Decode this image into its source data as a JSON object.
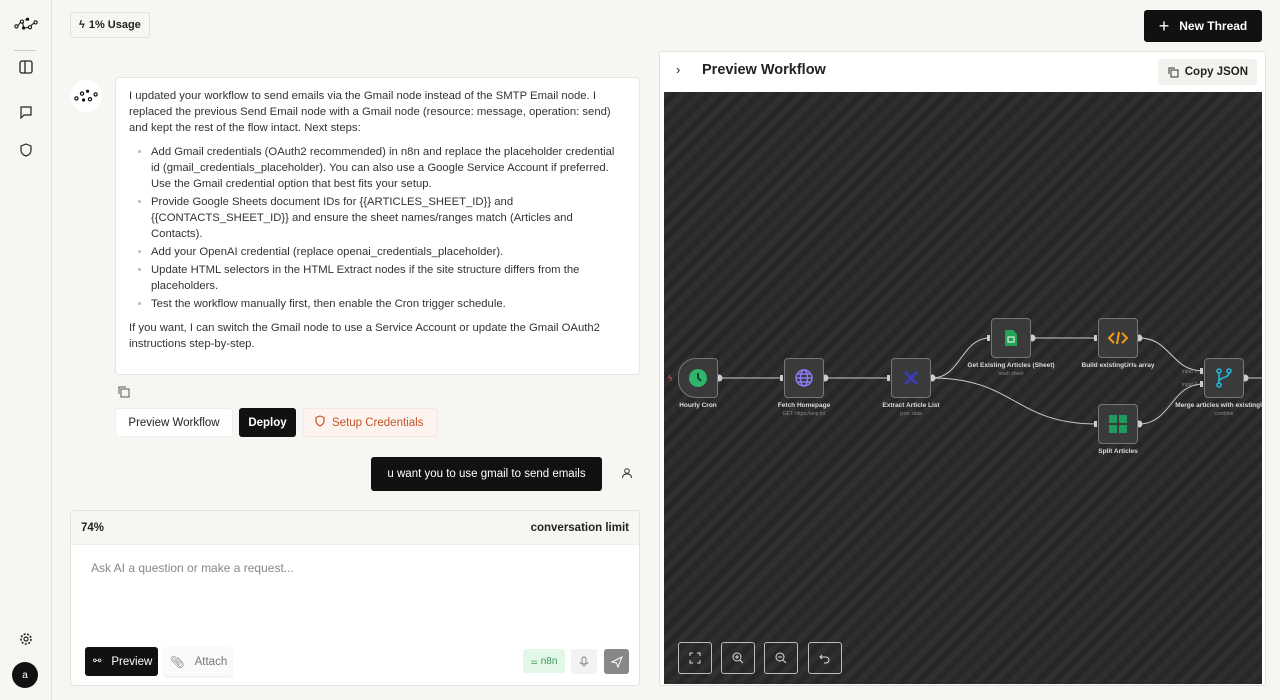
{
  "header": {
    "usage": "1% Usage",
    "new_thread": "New Thread"
  },
  "assistant_message": {
    "intro": "I updated your workflow to send emails via the Gmail node instead of the SMTP Email node. I replaced the previous Send Email node with a Gmail node (resource: message, operation: send) and kept the rest of the flow intact. Next steps:",
    "steps": [
      "Add Gmail credentials (OAuth2 recommended) in n8n and replace the placeholder credential id (gmail_credentials_placeholder). You can also use a Google Service Account if preferred. Use the Gmail credential option that best fits your setup.",
      "Provide Google Sheets document IDs for {{ARTICLES_SHEET_ID}} and {{CONTACTS_SHEET_ID}} and ensure the sheet names/ranges match (Articles and Contacts).",
      "Add your OpenAI credential (replace openai_credentials_placeholder).",
      "Update HTML selectors in the HTML Extract nodes if the site structure differs from the placeholders.",
      "Test the workflow manually first, then enable the Cron trigger schedule."
    ],
    "outro": "If you want, I can switch the Gmail node to use a Service Account or update the Gmail OAuth2 instructions step-by-step."
  },
  "actions": {
    "preview": "Preview Workflow",
    "deploy": "Deploy",
    "credentials": "Setup Credentials"
  },
  "user_message": "u want you to use gmail to send emails",
  "composer": {
    "percent": "74%",
    "limit": "conversation limit",
    "placeholder": "Ask AI a question or make a request...",
    "preview": "Preview",
    "attach": "Attach",
    "platform": "n8n"
  },
  "preview_pane": {
    "title": "Preview Workflow",
    "copy_json": "Copy JSON"
  },
  "nodes": [
    {
      "id": "cron",
      "label": "Hourly Cron",
      "sub": ""
    },
    {
      "id": "fetch",
      "label": "Fetch Homepage",
      "sub": "GET: https://anp.tn/"
    },
    {
      "id": "extract",
      "label": "Extract Article List",
      "sub": "json: data"
    },
    {
      "id": "sheet",
      "label": "Get Existing Articles (Sheet)",
      "sub": "read: sheet"
    },
    {
      "id": "build",
      "label": "Build existingUrls array",
      "sub": ""
    },
    {
      "id": "split",
      "label": "Split Articles",
      "sub": ""
    },
    {
      "id": "merge",
      "label": "Merge articles with existingUrls",
      "sub": "combine"
    }
  ],
  "merge_inputs": [
    "input 1",
    "input 2"
  ],
  "user_initial": "a"
}
